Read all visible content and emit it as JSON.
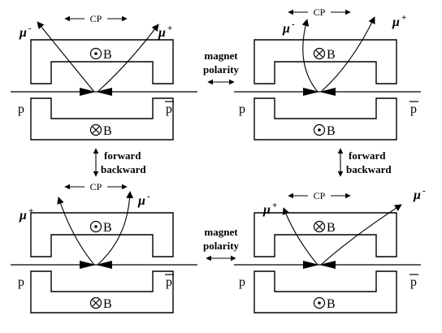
{
  "panels": [
    {
      "upper_field": "B",
      "upper_field_dir": "out",
      "lower_field": "B",
      "lower_field_dir": "in",
      "left_muon": "-",
      "right_muon": "+",
      "cp_label": "CP",
      "left_beam": "p",
      "right_beam": "p"
    },
    {
      "upper_field": "B",
      "upper_field_dir": "in",
      "lower_field": "B",
      "lower_field_dir": "out",
      "left_muon": "-",
      "right_muon": "+",
      "cp_label": "CP",
      "left_beam": "p",
      "right_beam": "p"
    },
    {
      "upper_field": "B",
      "upper_field_dir": "out",
      "lower_field": "B",
      "lower_field_dir": "in",
      "left_muon": "+",
      "right_muon": "-",
      "cp_label": "CP",
      "left_beam": "p",
      "right_beam": "p"
    },
    {
      "upper_field": "B",
      "upper_field_dir": "in",
      "lower_field": "B",
      "lower_field_dir": "out",
      "left_muon": "+",
      "right_muon": "-",
      "cp_label": "CP",
      "left_beam": "p",
      "right_beam": "p"
    }
  ],
  "muon_symbol": "μ",
  "magnet_polarity_top": [
    "magnet",
    "polarity"
  ],
  "magnet_polarity_bottom": [
    "magnet",
    "polarity"
  ],
  "forward_backward_left": [
    "forward",
    "backward"
  ],
  "forward_backward_right": [
    "forward",
    "backward"
  ]
}
